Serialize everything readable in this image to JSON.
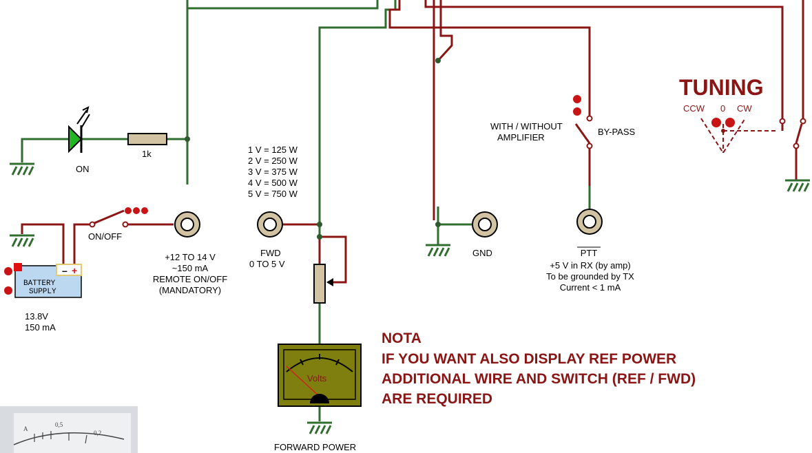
{
  "labels": {
    "led": "ON",
    "resistor": "1k",
    "switch": "ON/OFF",
    "battery_line1": "BATTERY",
    "battery_line2": "SUPPLY",
    "battery_v": "13.8V",
    "battery_i": "150 mA",
    "remote": [
      "+12 TO 14 V",
      "~150 mA",
      "REMOTE ON/OFF",
      "(MANDATORY)"
    ],
    "scale": [
      "1 V = 125 W",
      "2 V = 250 W",
      "3 V = 375 W",
      "4 V = 500 W",
      "5 V = 750 W"
    ],
    "fwd": [
      "FWD",
      "0 TO 5 V"
    ],
    "gnd": "GND",
    "ptt_title": "PTT",
    "ptt": [
      "+5 V in RX (by amp)",
      "To be grounded by TX",
      "Current < 1 mA"
    ],
    "with_without": [
      "WITH / WITHOUT",
      "AMPLIFIER"
    ],
    "bypass": "BY-PASS",
    "tuning": "TUNING",
    "ccw": "CCW",
    "zero": "0",
    "cw": "CW",
    "meter_unit": "Volts",
    "forward_power": "FORWARD POWER",
    "nota": [
      "NOTA",
      "IF YOU WANT ALSO DISPLAY REF POWER",
      "ADDITIONAL WIRE AND SWITCH (REF / FWD)",
      "ARE REQUIRED"
    ],
    "photo_ticks": [
      "A",
      "0,5",
      "0,2"
    ]
  },
  "colors": {
    "wire_red": "#8b1414",
    "wire_green": "#2f6e2f",
    "meter_body": "#7f7f10",
    "battery": "#bcd8f0"
  }
}
